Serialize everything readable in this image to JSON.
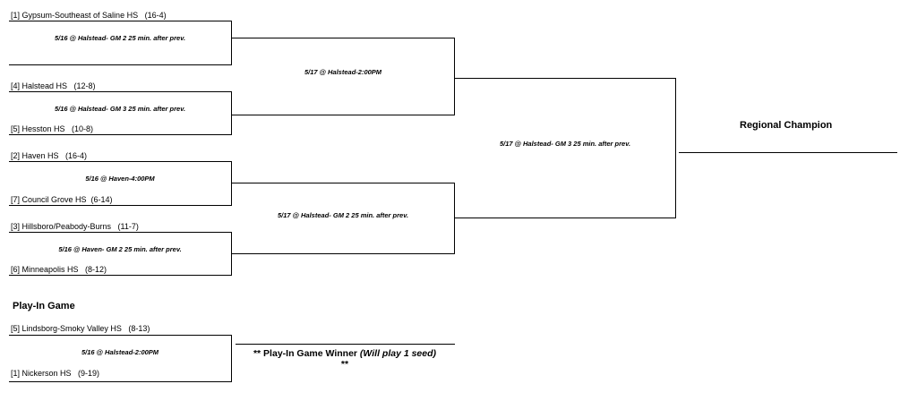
{
  "round1": {
    "teams": [
      "[1] Gypsum-Southeast of Saline HS   (16-4)",
      "[4] Halstead HS   (12-8)",
      "[5] Hesston HS   (10-8)",
      "[2] Haven HS   (16-4)",
      "[7] Council Grove HS  (6-14)",
      "[3] Hillsboro/Peabody-Burns   (11-7)",
      "[6] Minneapolis HS   (8-12)"
    ],
    "games": [
      "5/16 @ Halstead- GM 2 25 min. after prev.",
      "5/16 @ Halstead- GM 3 25 min. after prev.",
      "5/16 @ Haven-4:00PM",
      "5/16 @ Haven- GM 2 25 min. after prev."
    ]
  },
  "round2": {
    "games": [
      "5/17 @ Halstead-2:00PM",
      "5/17 @ Halstead- GM 2 25 min. after prev."
    ]
  },
  "final": {
    "game": "5/17 @ Halstead- GM 3 25 min. after prev.",
    "champion_label": "Regional Champion"
  },
  "playin": {
    "title": "Play-In Game",
    "teams": [
      "[5] Lindsborg-Smoky Valley HS   (8-13)",
      "[1] Nickerson HS   (9-19)"
    ],
    "game": "5/16 @ Halstead-2:00PM",
    "winner_prefix": "** Play-In Game Winner ",
    "winner_note": "(Will play 1 seed)",
    "winner_suffix": "**"
  }
}
